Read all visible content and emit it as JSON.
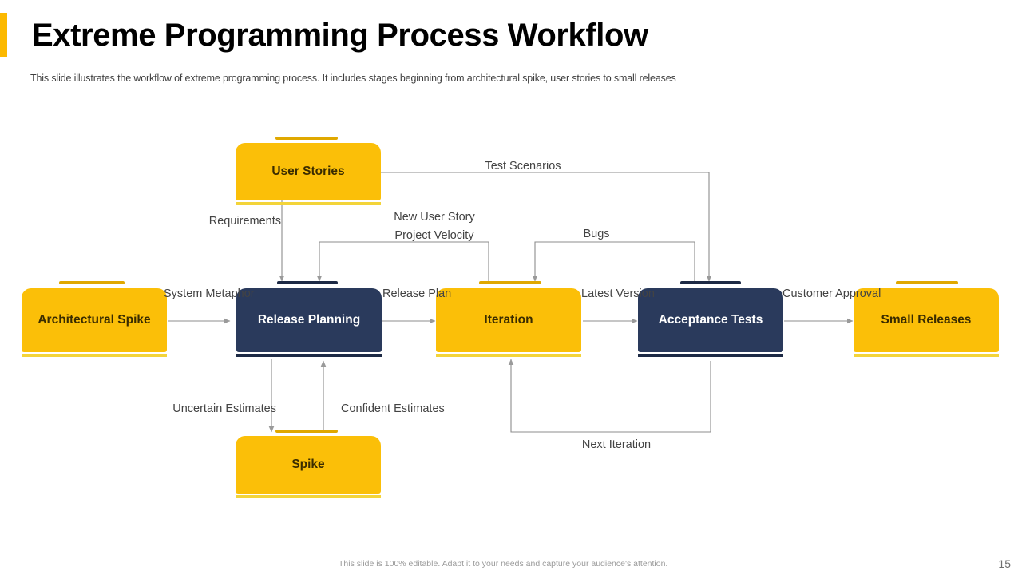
{
  "header": {
    "title": "Extreme Programming Process Workflow",
    "subtitle": "This slide illustrates the workflow of extreme programming process. It includes stages beginning from architectural spike, user stories to small releases",
    "accent_color": "#fcb900"
  },
  "colors": {
    "yellow_fill": "#fbbf08",
    "yellow_top_bar": "#e0a800",
    "yellow_bottom_bar": "#f3d43a",
    "navy_fill": "#2a3a5c",
    "navy_bar": "#1d2a45",
    "connector": "#8c8c8c",
    "label_text": "#434343"
  },
  "diagram": {
    "nodes": [
      {
        "id": "architectural-spike",
        "label": "Architectural Spike",
        "style": "yellow"
      },
      {
        "id": "user-stories",
        "label": "User Stories",
        "style": "yellow"
      },
      {
        "id": "release-planning",
        "label": "Release Planning",
        "style": "navy"
      },
      {
        "id": "iteration",
        "label": "Iteration",
        "style": "yellow"
      },
      {
        "id": "acceptance-tests",
        "label": "Acceptance Tests",
        "style": "navy"
      },
      {
        "id": "small-releases",
        "label": "Small Releases",
        "style": "yellow"
      },
      {
        "id": "spike",
        "label": "Spike",
        "style": "yellow"
      }
    ],
    "edge_labels": [
      {
        "id": "system-metaphor",
        "text": "System Metaphor"
      },
      {
        "id": "requirements",
        "text": "Requirements"
      },
      {
        "id": "test-scenarios",
        "text": "Test Scenarios"
      },
      {
        "id": "new-user-story",
        "text": "New User Story"
      },
      {
        "id": "project-velocity",
        "text": "Project Velocity"
      },
      {
        "id": "bugs",
        "text": "Bugs"
      },
      {
        "id": "release-plan",
        "text": "Release Plan"
      },
      {
        "id": "latest-version",
        "text": "Latest Version"
      },
      {
        "id": "customer-approval",
        "text": "Customer Approval"
      },
      {
        "id": "uncertain-estimates",
        "text": "Uncertain Estimates"
      },
      {
        "id": "confident-estimates",
        "text": "Confident Estimates"
      },
      {
        "id": "next-iteration",
        "text": "Next Iteration"
      }
    ]
  },
  "footer": {
    "note": "This slide is 100% editable. Adapt it to your needs and capture your audience's attention.",
    "page_number": "15"
  }
}
